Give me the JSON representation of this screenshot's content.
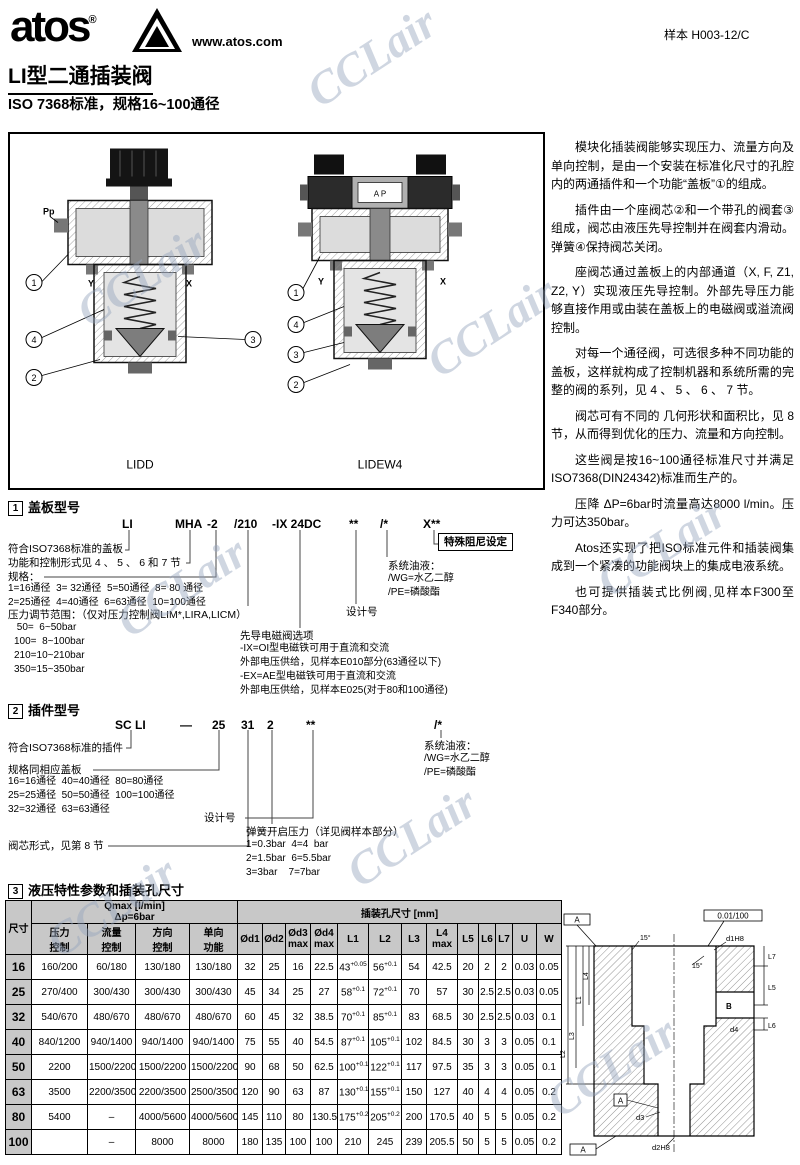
{
  "watermark_text": "CCLair",
  "header": {
    "logo_text": "atos",
    "reg_mark": "®",
    "website": "www.atos.com",
    "doc_code": "样本  H003-12/C"
  },
  "title_block": {
    "title": "LI型二通插装阀",
    "subtitle": "ISO 7368标准，规格16~100通径"
  },
  "figure": {
    "left_valve_label": "LIDD",
    "right_valve_label": "LIDEW4",
    "port_pp": "Pp",
    "port_y": "Y",
    "port_x": "X",
    "valve_symbol": "A P",
    "callout_1": "1",
    "callout_2": "2",
    "callout_3": "3",
    "callout_4": "4"
  },
  "intro_paragraphs": [
    "模块化插装阀能够实现压力、流量方向及单向控制，是由一个安装在标准化尺寸的孔腔内的两通插件和一个功能“盖板”①的组成。",
    "插件由一个座阀芯②和一个带孔的阀套③组成，阀芯由液压先导控制并在阀套内滑动。弹簧④保持阀芯关闭。",
    "座阀芯通过盖板上的内部通道（X, F, Z1, Z2, Y）实现液压先导控制。外部先导压力能够直接作用或由装在盖板上的电磁阀或溢流阀控制。",
    "对每一个通径阀，可选很多种不同功能的盖板，这样就构成了控制机器和系统所需的完整的阀的系列，见 4 、 5 、 6 、 7 节。",
    "阀芯可有不同的 几何形状和面积比，见 8 节，从而得到优化的压力、流量和方向控制。",
    "这些阀是按16~100通径标准尺寸并满足ISO7368(DIN24342)标准而生产的。",
    "压降 ΔP=6bar时流量高达8000 l/min。压力可达350bar。",
    "Atos还实现了把ISO标准元件和插装阀集成到一个紧凑的功能阀块上的集成电液系统。",
    "也可提供插装式比例阀,见样本F300至F340部分。"
  ],
  "section1": {
    "number": "1",
    "title": "盖板型号",
    "code_parts": {
      "p1": "LI",
      "p2": "MHA",
      "p3": "-2",
      "p4": "/210",
      "p5": "-IX 24DC",
      "p6": "**",
      "p7": "/*",
      "p8": "X**"
    },
    "ann_cover": "符合ISO7368标准的盖板",
    "ann_function": "功能和控制形式见 4 、 5 、 6 和 7 节",
    "ann_size_title": "规格：",
    "ann_size_rows": [
      "1=16通径  3= 32通径  5=50通径  8= 80 通径",
      "2=25通径  4=40通径  6=63通径  10=100通径"
    ],
    "ann_pressure_title": "压力调节范围：（仅对压力控制阀LIM*,LIRA,LICM）",
    "ann_pressure_rows": [
      " 50=  6~50bar",
      "100=  8~100bar",
      "210=10~210bar",
      "350=15~350bar"
    ],
    "ann_damping": "特殊阻尼设定",
    "ann_fluid_title": "系统油液：",
    "ann_fluid_rows": [
      "/WG=水乙二醇",
      "/PE=磷酸酯"
    ],
    "ann_design": "设计号",
    "ann_solenoid_title": "先导电磁阀选项",
    "ann_solenoid_rows": [
      "-IX=OI型电磁铁可用于直流和交流",
      "外部电压供给，见样本E010部分(63通径以下)",
      "-EX=AE型电磁铁可用于直流和交流",
      "外部电压供给，见样本E025(对于80和100通径)"
    ]
  },
  "section2": {
    "number": "2",
    "title": "插件型号",
    "code_parts": {
      "p1": "SC LI",
      "p2": "—",
      "p3": "25",
      "p4": "31",
      "p5": "2",
      "p6": "**",
      "p7": "/*"
    },
    "ann_cartridge": "符合ISO7368标准的插件",
    "ann_size_title": "规格同相应盖板",
    "ann_size_rows": [
      "16=16通径  40=40通径  80=80通径",
      "25=25通径  50=50通径  100=100通径",
      "32=32通径  63=63通径"
    ],
    "ann_spool": "阀芯形式，见第 8 节",
    "ann_design": "设计号",
    "ann_spring_title": "弹簧开启压力（详见阀样本部分）",
    "ann_spring_rows": [
      "1=0.3bar  4=4  bar",
      "2=1.5bar  6=5.5bar",
      "3=3bar    7=7bar"
    ],
    "ann_fluid_title": "系统油液：",
    "ann_fluid_rows": [
      "/WG=水乙二醇",
      "/PE=磷酸酯"
    ]
  },
  "section3": {
    "number": "3",
    "title": "液压特性参数和插装孔尺寸"
  },
  "chart_data": {
    "type": "table",
    "title": "液压特性参数和插装孔尺寸",
    "header": {
      "size": "尺寸",
      "qmax": "Qmax [l/min]\nΔp=6bar",
      "qmax_cols": [
        "压力\n控制",
        "流量\n控制",
        "方向\n控制",
        "单向\n功能"
      ],
      "cavity": "插装孔尺寸 [mm]",
      "dim_cols": [
        "Ød1",
        "Ød2",
        "Ød3\nmax",
        "Ød4\nmax",
        "L1",
        "L2",
        "L3",
        "L4\nmax",
        "L5",
        "L6",
        "L7",
        "U",
        "W"
      ]
    },
    "rows": [
      [
        "16",
        "160/200",
        "60/180",
        "130/180",
        "130/180",
        "32",
        "25",
        "16",
        "22.5",
        "43^+0.05",
        "56^+0.1",
        "54",
        "42.5",
        "20",
        "2",
        "2",
        "0.03",
        "0.05"
      ],
      [
        "25",
        "270/400",
        "300/430",
        "300/430",
        "300/430",
        "45",
        "34",
        "25",
        "27",
        "58^+0.1",
        "72^+0.1",
        "70",
        "57",
        "30",
        "2.5",
        "2.5",
        "0.03",
        "0.05"
      ],
      [
        "32",
        "540/670",
        "480/670",
        "480/670",
        "480/670",
        "60",
        "45",
        "32",
        "38.5",
        "70^+0.1",
        "85^+0.1",
        "83",
        "68.5",
        "30",
        "2.5",
        "2.5",
        "0.03",
        "0.1"
      ],
      [
        "40",
        "840/1200",
        "940/1400",
        "940/1400",
        "940/1400",
        "75",
        "55",
        "40",
        "54.5",
        "87^+0.1",
        "105^+0.1",
        "102",
        "84.5",
        "30",
        "3",
        "3",
        "0.05",
        "0.1"
      ],
      [
        "50",
        "2200",
        "1500/2200",
        "1500/2200",
        "1500/2200",
        "90",
        "68",
        "50",
        "62.5",
        "100^+0.1",
        "122^+0.1",
        "117",
        "97.5",
        "35",
        "3",
        "3",
        "0.05",
        "0.1"
      ],
      [
        "63",
        "3500",
        "2200/3500",
        "2200/3500",
        "2500/3500",
        "120",
        "90",
        "63",
        "87",
        "130^+0.1",
        "155^+0.1",
        "150",
        "127",
        "40",
        "4",
        "4",
        "0.05",
        "0.2"
      ],
      [
        "80",
        "5400",
        "–",
        "4000/5600",
        "4000/5600",
        "145",
        "110",
        "80",
        "130.5",
        "175^+0.2",
        "205^+0.2",
        "200",
        "170.5",
        "40",
        "5",
        "5",
        "0.05",
        "0.2"
      ],
      [
        "100",
        "",
        "–",
        "8000",
        "8000",
        "180",
        "135",
        "100",
        "100",
        "210",
        "245",
        "239",
        "205.5",
        "50",
        "5",
        "5",
        "0.05",
        "0.2"
      ]
    ]
  },
  "cavity": {
    "tol_frame": "0.01/100",
    "datum_top": "A",
    "datum_bottom": "A",
    "labels": {
      "d1": "d1H8",
      "d2": "d2H8",
      "d3": "d3",
      "d4": "d4",
      "L1": "L1",
      "L2": "L2",
      "L3": "L3",
      "L4": "L4",
      "L5": "L5",
      "L6": "L6",
      "L7": "L7",
      "A": "A",
      "B": "B",
      "angle": "15°",
      "angle2": "15°"
    }
  }
}
